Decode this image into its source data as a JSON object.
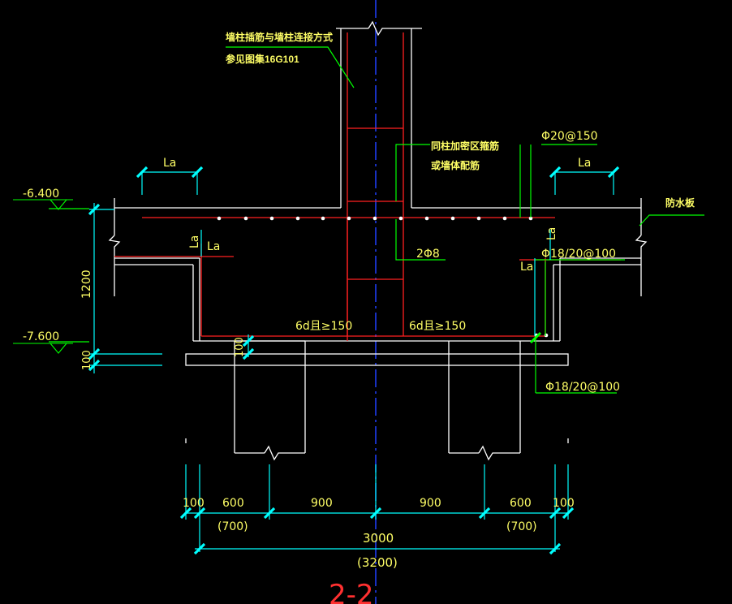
{
  "drawing": {
    "section_label": "2-2",
    "notes": {
      "column_anchor_line1": "墙柱插筋与墙柱连接方式",
      "column_anchor_line2": "参见图集16G101",
      "stirrup_line1": "同柱加密区箍筋",
      "stirrup_line2": "或墙体配筋",
      "waterproof_slab": "防水板"
    },
    "rebar_labels": {
      "top_bars": "Φ20@150",
      "side_bars": "2Φ8",
      "bottom_bars_right": "Φ18/20@100",
      "bottom_bars_lower": "Φ18/20@100",
      "hook_left": "6d且≥150",
      "hook_right": "6d且≥150"
    },
    "la_labels": [
      "La",
      "La",
      "La",
      "La",
      "La",
      "La"
    ],
    "elevations": {
      "top": "-6.400",
      "bottom": "-7.600"
    },
    "heights": {
      "cap": "1200",
      "cushion": "100",
      "embed": "100"
    },
    "dimensions": {
      "segments": [
        "100",
        "600",
        "900",
        "900",
        "600",
        "100"
      ],
      "alternates_left": "(700)",
      "alternates_right": "(700)",
      "total": "3000",
      "total_alt": "(3200)"
    }
  },
  "colors": {
    "background": "#000000",
    "outline": "#ffffff",
    "rebar": "#ff2020",
    "dimension": "#00ffff",
    "leader": "#00ff00",
    "centerline": "#2040ff",
    "text": "#ffff66",
    "section_label": "#ff3030"
  }
}
